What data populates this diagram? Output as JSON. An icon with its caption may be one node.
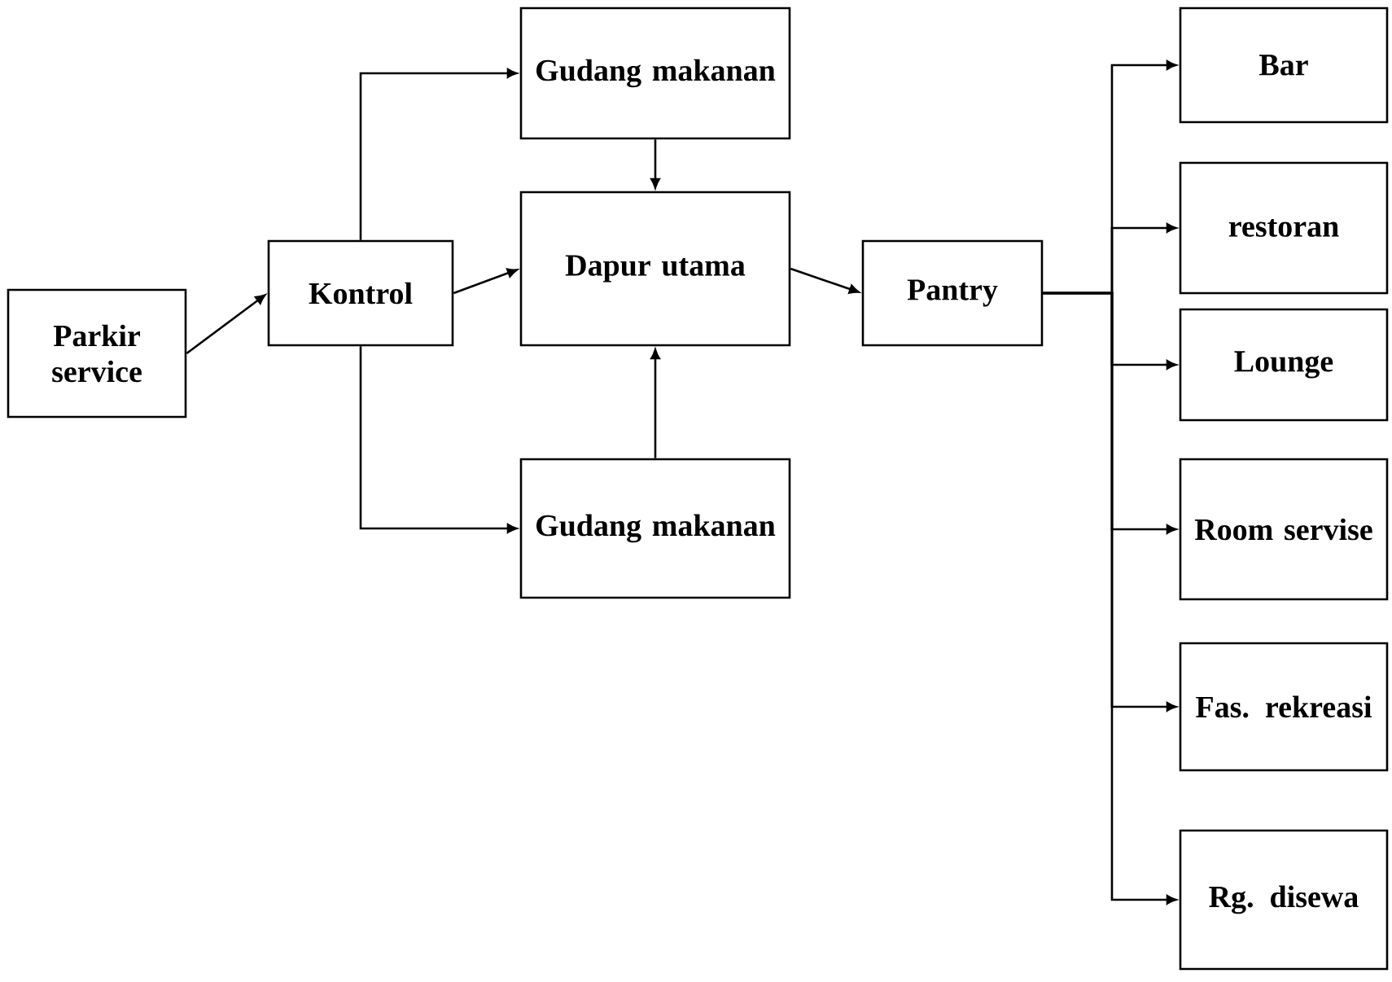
{
  "diagram": {
    "nodes": [
      {
        "text": [
          "Parkir service"
        ]
      },
      {
        "text": [
          "Kontrol"
        ]
      },
      {
        "text": [
          "Gudang makanan"
        ]
      },
      {
        "text": [
          "Dapur utama"
        ]
      },
      {
        "text": [
          "Gudang makanan"
        ]
      },
      {
        "text": [
          "Pantry"
        ]
      },
      {
        "text": [
          "Bar"
        ]
      },
      {
        "text": [
          "restoran"
        ]
      },
      {
        "text": [
          "Lounge"
        ]
      },
      {
        "text": [
          "Room servise"
        ]
      },
      {
        "text": [
          "Fas. rekreasi"
        ]
      },
      {
        "text": [
          "Rg. disewa"
        ]
      }
    ],
    "edges": [
      {
        "from": 0,
        "to": 1,
        "arrow": "to"
      },
      {
        "from": 1,
        "to": 2,
        "arrow": "to"
      },
      {
        "from": 1,
        "to": 3,
        "arrow": "to"
      },
      {
        "from": 1,
        "to": 4,
        "arrow": "to"
      },
      {
        "from": 2,
        "to": 3,
        "arrow": "to"
      },
      {
        "from": 4,
        "to": 3,
        "arrow": "to"
      },
      {
        "from": 3,
        "to": 5,
        "arrow": "to"
      },
      {
        "from": 5,
        "to": 6,
        "arrow": "to"
      },
      {
        "from": 5,
        "to": 7,
        "arrow": "to"
      },
      {
        "from": 5,
        "to": 8,
        "arrow": "to"
      },
      {
        "from": 5,
        "to": 9,
        "arrow": "to"
      },
      {
        "from": 5,
        "to": 10,
        "arrow": "to"
      },
      {
        "from": 5,
        "to": 11,
        "arrow": "to"
      }
    ]
  }
}
